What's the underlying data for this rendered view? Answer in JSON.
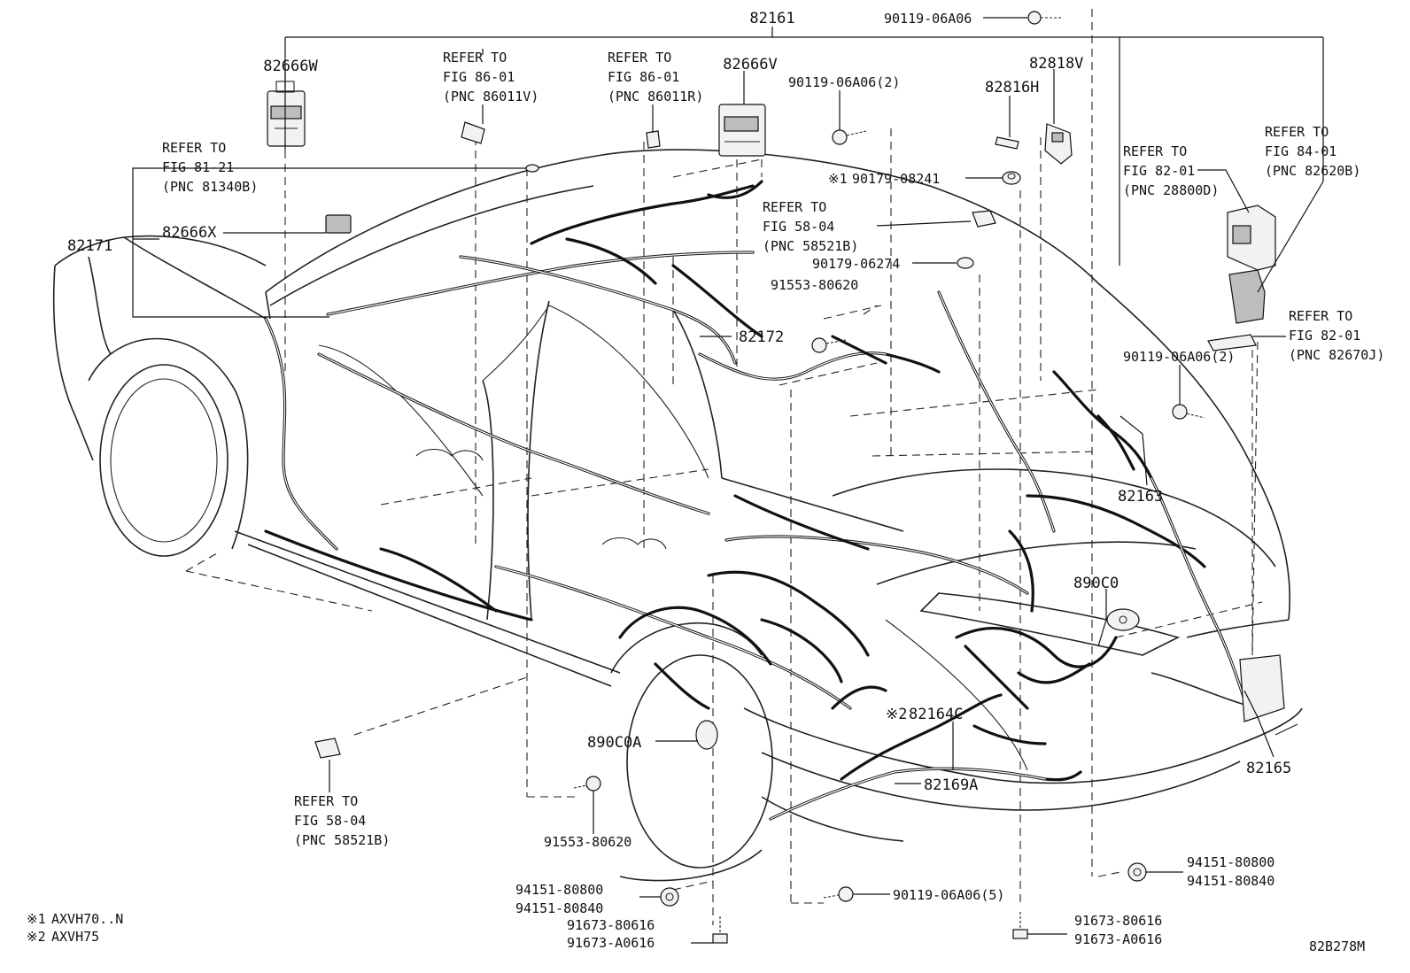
{
  "diagram_id": "82B278M",
  "footnotes": [
    {
      "mark": "※1",
      "text": "AXVH70..N"
    },
    {
      "mark": "※2",
      "text": "AXVH75"
    }
  ],
  "labels": {
    "p82161": "82161",
    "p82666W": "82666W",
    "p82666V": "82666V",
    "p82666X": "82666X",
    "p82171": "82171",
    "p82172": "82172",
    "p82163": "82163",
    "p82165": "82165",
    "p82164C": "82164C",
    "p82164C_mark": "※2",
    "p82169A": "82169A",
    "p890C0": "890C0",
    "p890C0A": "890C0A",
    "p82816H": "82816H",
    "p82818V": "82818V",
    "b90119_06A06": "90119-06A06",
    "b90119_06A06_2a": "90119-06A06(2)",
    "b90119_06A06_2b": "90119-06A06(2)",
    "b90119_06A06_5": "90119-06A06(5)",
    "c90179_08241": "90179-08241",
    "c90179_08241_mark": "※1",
    "c90179_06274": "90179-06274",
    "s91553_80620_top": "91553-80620",
    "s91553_80620_bottom": "91553-80620",
    "g94151_80800_left": "94151-80800",
    "g94151_80840_left": "94151-80840",
    "g94151_80800_right": "94151-80800",
    "g94151_80840_right": "94151-80840",
    "n91673_80616_left": "91673-80616",
    "n91673_A0616_left": "91673-A0616",
    "n91673_80616_right": "91673-80616",
    "n91673_A0616_right": "91673-A0616"
  },
  "refers": {
    "r1": {
      "line1": "REFER TO",
      "line2": "FIG 86-01",
      "line3": "(PNC 86011V)"
    },
    "r2": {
      "line1": "REFER TO",
      "line2": "FIG 86-01",
      "line3": "(PNC 86011R)"
    },
    "r3": {
      "line1": "REFER TO",
      "line2": "FIG 81-21",
      "line3": "(PNC 81340B)"
    },
    "r4": {
      "line1": "REFER TO",
      "line2": "FIG 58-04",
      "line3": "(PNC 58521B)"
    },
    "r5": {
      "line1": "REFER TO",
      "line2": "FIG 82-01",
      "line3": "(PNC 28800D)"
    },
    "r6": {
      "line1": "REFER TO",
      "line2": "FIG 84-01",
      "line3": "(PNC 82620B)"
    },
    "r7": {
      "line1": "REFER TO",
      "line2": "FIG 82-01",
      "line3": "(PNC 82670J)"
    },
    "r8": {
      "line1": "REFER TO",
      "line2": "FIG 58-04",
      "line3": "(PNC 58521B)"
    }
  }
}
